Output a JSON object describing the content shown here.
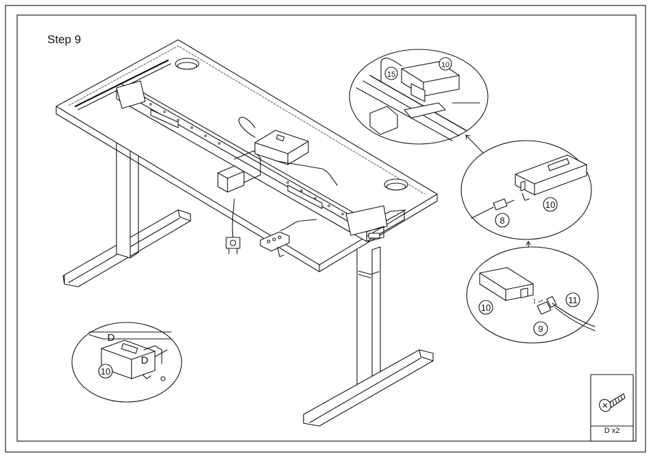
{
  "step": {
    "title": "Step 9"
  },
  "callouts": {
    "power_supply": "10",
    "screw_detail": "15",
    "cable_8": "8",
    "cable_9": "9",
    "cable_11": "11",
    "screw_letter": "D"
  },
  "hardware": {
    "caption": "D x2",
    "icon": "screw-icon"
  },
  "colors": {
    "line": "#111111",
    "frame": "#222222",
    "fill": "#ffffff",
    "shade": "#d9d9d9"
  }
}
